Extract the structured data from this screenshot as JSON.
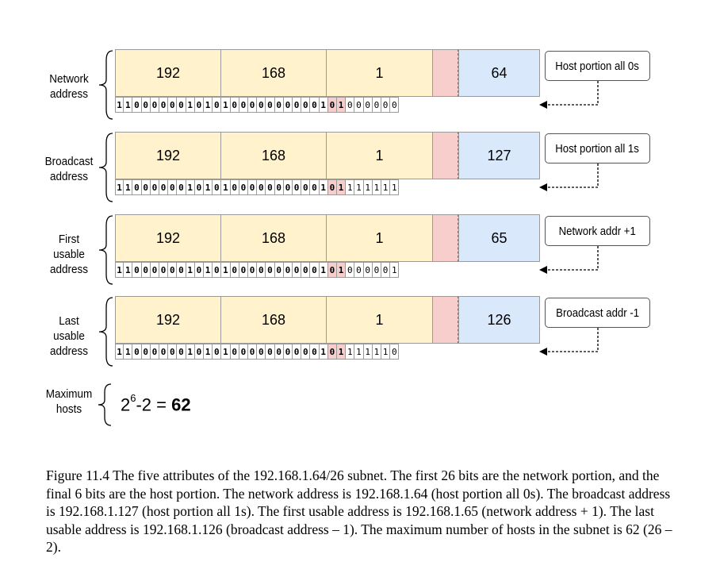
{
  "rows": [
    {
      "label": "Network\naddress",
      "octets": [
        "192",
        "168",
        "1",
        "64"
      ],
      "bits": "11000000101010000000000101000000",
      "callout": "Host portion all 0s"
    },
    {
      "label": "Broadcast\naddress",
      "octets": [
        "192",
        "168",
        "1",
        "127"
      ],
      "bits": "11000000101010000000000101111111",
      "callout": "Host portion all 1s"
    },
    {
      "label": "First\nusable\naddress",
      "octets": [
        "192",
        "168",
        "1",
        "65"
      ],
      "bits": "11000000101010000000000101000001",
      "callout": "Network addr +1"
    },
    {
      "label": "Last\nusable\naddress",
      "octets": [
        "192",
        "168",
        "1",
        "126"
      ],
      "bits": "11000000101010000000000101111110",
      "callout": "Broadcast addr -1"
    }
  ],
  "max_hosts": {
    "label": "Maximum\nhosts",
    "base": "2",
    "exp": "6",
    "rest": "-2 = ",
    "result": "62"
  },
  "caption": "Figure 11.4 The five attributes of the 192.168.1.64/26 subnet. The first 26 bits are the network portion, and the final 6 bits are the host portion. The network address is 192.168.1.64 (host portion all 0s). The broadcast address is 192.168.1.127 (host portion all 1s). The first usable address is 192.168.1.65 (network address + 1). The last usable address is 192.168.1.126 (broadcast address – 1). The maximum number of hosts in the subnet is 62 (26 – 2).",
  "colors": {
    "network": "#fff2cc",
    "subnet_bits": "#f8cecc",
    "host": "#dae8fc"
  }
}
